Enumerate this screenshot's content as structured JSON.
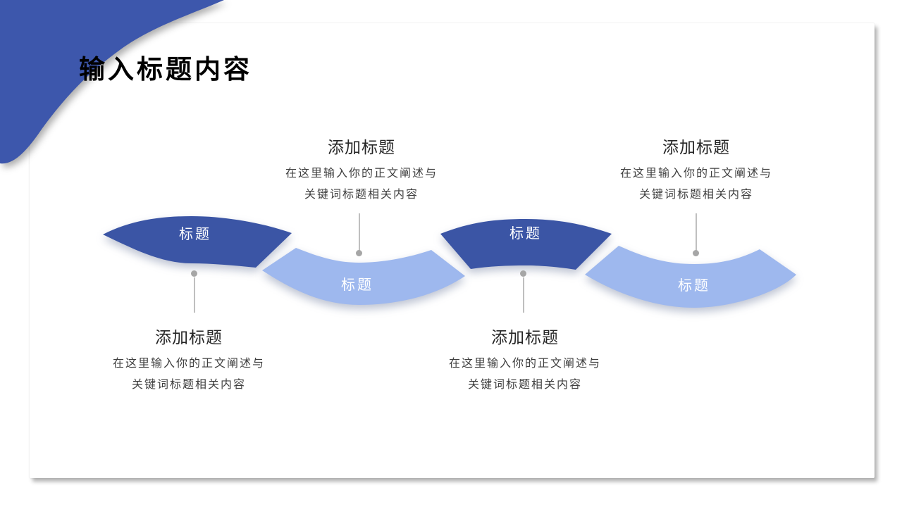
{
  "slide": {
    "title": "输入标题内容"
  },
  "wave": {
    "segments": [
      {
        "label": "标题",
        "tone": "dark"
      },
      {
        "label": "标题",
        "tone": "light"
      },
      {
        "label": "标题",
        "tone": "dark"
      },
      {
        "label": "标题",
        "tone": "light"
      }
    ]
  },
  "callouts": [
    {
      "position": "top-middle",
      "heading": "添加标题",
      "body_line1": "在这里输入你的正文阐述与",
      "body_line2": "关键词标题相关内容"
    },
    {
      "position": "top-right",
      "heading": "添加标题",
      "body_line1": "在这里输入你的正文阐述与",
      "body_line2": "关键词标题相关内容"
    },
    {
      "position": "bottom-left",
      "heading": "添加标题",
      "body_line1": "在这里输入你的正文阐述与",
      "body_line2": "关键词标题相关内容"
    },
    {
      "position": "bottom-middle",
      "heading": "添加标题",
      "body_line1": "在这里输入你的正文阐述与",
      "body_line2": "关键词标题相关内容"
    }
  ],
  "colors": {
    "dark_blue": "#3B55A5",
    "light_blue": "#9EB8EE",
    "corner_blue": "#3D57AC"
  }
}
